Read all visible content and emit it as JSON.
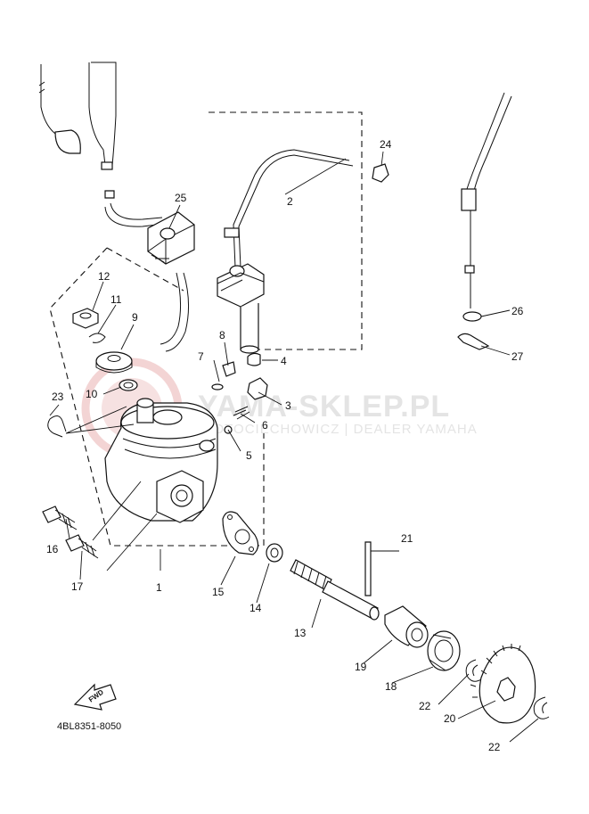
{
  "watermark": {
    "main_text": "YAMA-SKLEP.PL",
    "sub_text": "MOTOCIECHOWICZ | DEALER YAMAHA"
  },
  "diagram_code": "4BL8351-8050",
  "fwd_label": "FWD",
  "callouts": [
    {
      "id": "c1",
      "label": "1"
    },
    {
      "id": "c2",
      "label": "2"
    },
    {
      "id": "c3",
      "label": "3"
    },
    {
      "id": "c4",
      "label": "4"
    },
    {
      "id": "c5",
      "label": "5"
    },
    {
      "id": "c6",
      "label": "6"
    },
    {
      "id": "c7",
      "label": "7"
    },
    {
      "id": "c8",
      "label": "8"
    },
    {
      "id": "c9",
      "label": "9"
    },
    {
      "id": "c10",
      "label": "10"
    },
    {
      "id": "c11",
      "label": "11"
    },
    {
      "id": "c12",
      "label": "12"
    },
    {
      "id": "c13",
      "label": "13"
    },
    {
      "id": "c14",
      "label": "14"
    },
    {
      "id": "c15",
      "label": "15"
    },
    {
      "id": "c16",
      "label": "16"
    },
    {
      "id": "c17",
      "label": "17"
    },
    {
      "id": "c18",
      "label": "18"
    },
    {
      "id": "c19",
      "label": "19"
    },
    {
      "id": "c20",
      "label": "20"
    },
    {
      "id": "c21",
      "label": "21"
    },
    {
      "id": "c22a",
      "label": "22"
    },
    {
      "id": "c22b",
      "label": "22"
    },
    {
      "id": "c23",
      "label": "23"
    },
    {
      "id": "c24",
      "label": "24"
    },
    {
      "id": "c25",
      "label": "25"
    },
    {
      "id": "c26",
      "label": "26"
    },
    {
      "id": "c27",
      "label": "27"
    }
  ]
}
